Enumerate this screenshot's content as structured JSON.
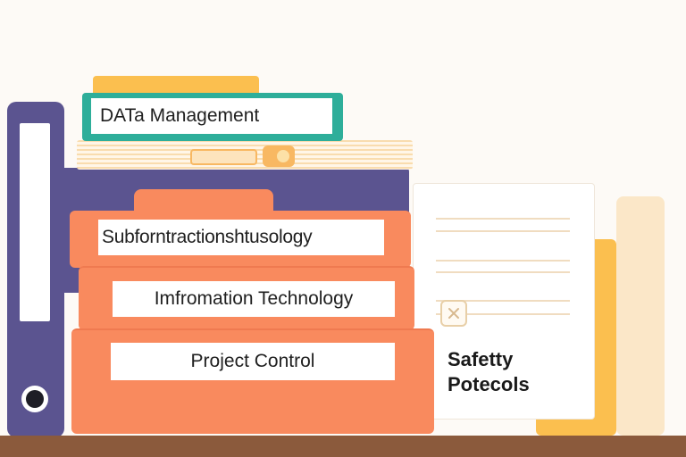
{
  "labels": {
    "data_management": "DATa Management",
    "subform": "Subforntractionshtusology",
    "information_technology": "Imfromation Technology",
    "project_control": "Project Control",
    "safety_line1": "Safetty",
    "safety_line2": "Potecols"
  },
  "colors": {
    "background": "#fdfaf6",
    "purple_binder": "#5b5490",
    "orange_folder": "#f98a5e",
    "yellow_accent": "#fbbf4f",
    "teal_frame": "#2eae9a",
    "cream_book": "#fbe7c8",
    "shelf": "#8b5a3c",
    "paper": "#ffffff"
  },
  "icons": {
    "close_badge": "close-icon",
    "ring_hole": "binder-ring-icon"
  }
}
